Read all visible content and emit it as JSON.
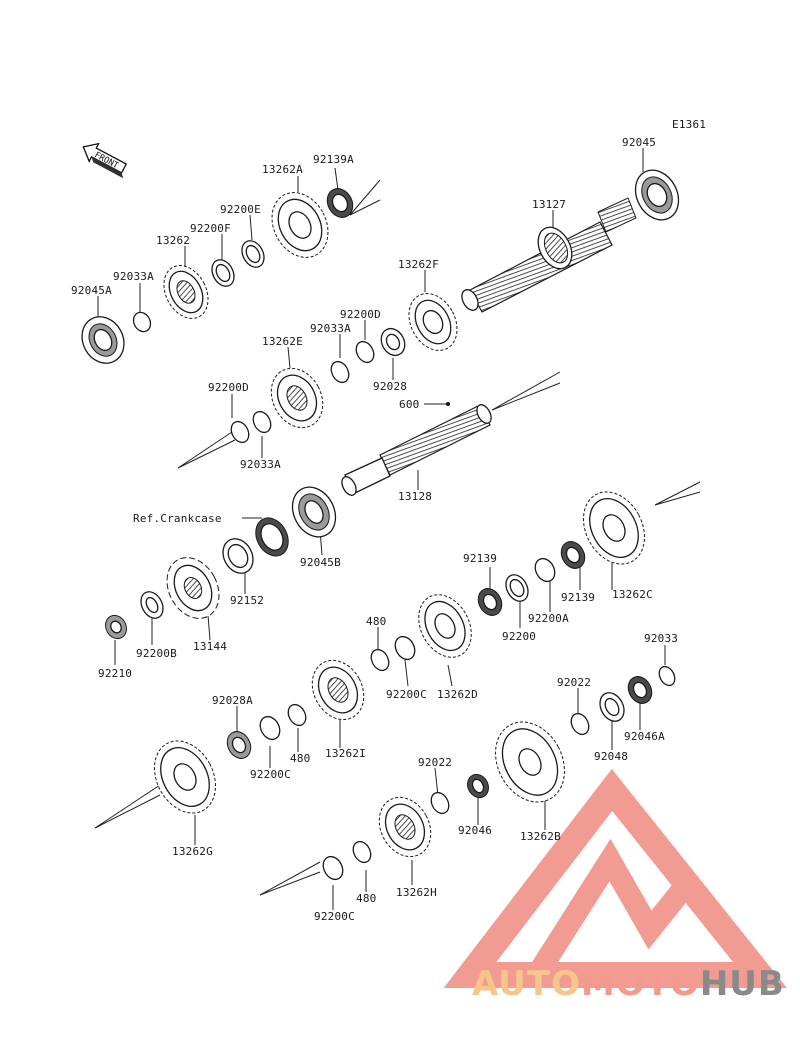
{
  "diagram": {
    "code": "E1361",
    "front_label": "FRONT",
    "ref_label": "Ref.Crankcase",
    "part_labels": {
      "p92045": "92045",
      "p13127": "13127",
      "p13262A": "13262A",
      "p92139A": "92139A",
      "p92200E": "92200E",
      "p92200F": "92200F",
      "p13262": "13262",
      "p92033A_top": "92033A",
      "p92045A": "92045A",
      "p13262F": "13262F",
      "p92200D_top": "92200D",
      "p92033A_mid": "92033A",
      "p13262E": "13262E",
      "p92028": "92028",
      "p92200D_left": "92200D",
      "p600": "600",
      "p92033A_low": "92033A",
      "p13128": "13128",
      "p92045B": "92045B",
      "p92152": "92152",
      "p92200B": "92200B",
      "p13144": "13144",
      "p92210": "92210",
      "p92139": "92139",
      "p92139_b": "92139",
      "p92200A": "92200A",
      "p92200": "92200",
      "p13262C": "13262C",
      "p480_a": "480",
      "p92200C_a": "92200C",
      "p13262D": "13262D",
      "p92033": "92033",
      "p92022_a": "92022",
      "p92046A": "92046A",
      "p92048": "92048",
      "p92028A": "92028A",
      "p480_b": "480",
      "p92200C_b": "92200C",
      "p13262I": "13262I",
      "p13262G": "13262G",
      "p92022_b": "92022",
      "p92046": "92046",
      "p13262B": "13262B",
      "p13262H": "13262H",
      "p480_c": "480",
      "p92200C_c": "92200C"
    }
  },
  "watermark": {
    "text_part1": "AUTO",
    "text_part2": "MOTO",
    "text_part3": "HUB",
    "color_auto": "#f5c58a",
    "color_moto": "#f29a8e",
    "color_hub": "#8a8a8a",
    "logo_color": "#f08a80"
  }
}
